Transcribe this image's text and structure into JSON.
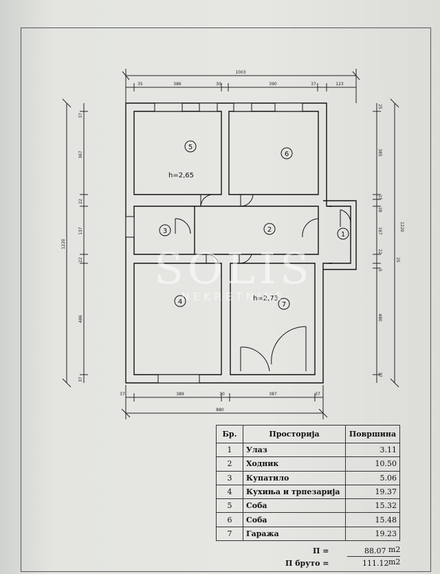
{
  "dimensions": {
    "top_total": "1003",
    "top_parts": [
      "35",
      "386",
      "30",
      "390",
      "37",
      "123"
    ],
    "left_total": "1220",
    "left_parts": [
      "37",
      "367",
      "22",
      "137",
      "22",
      "486",
      "37"
    ],
    "right_total": "1220",
    "right_parts": [
      "25",
      "385",
      "15",
      "28",
      "167",
      "22",
      "25",
      "5",
      "480",
      "37"
    ],
    "bottom_parts": [
      "37",
      "389",
      "30",
      "387",
      "37"
    ],
    "bottom_total": "880"
  },
  "heights": {
    "h1": "h=2,65",
    "h2": "h=2,73"
  },
  "rooms": [
    "1",
    "2",
    "3",
    "4",
    "5",
    "6",
    "7"
  ],
  "table": {
    "headers": [
      "Бр.",
      "Просторија",
      "Површина"
    ],
    "rows": [
      {
        "n": "1",
        "name": "Улаз",
        "area": "3.11"
      },
      {
        "n": "2",
        "name": "Ходник",
        "area": "10.50"
      },
      {
        "n": "3",
        "name": "Купатило",
        "area": "5.06"
      },
      {
        "n": "4",
        "name": "Кухиња и трпезарија",
        "area": "19.37"
      },
      {
        "n": "5",
        "name": "Соба",
        "area": "15.32"
      },
      {
        "n": "6",
        "name": "Соба",
        "area": "15.48"
      },
      {
        "n": "7",
        "name": "Гаража",
        "area": "19.23"
      }
    ],
    "net_label": "П =",
    "net_value": "88.07",
    "gross_label": "П бруто =",
    "gross_value": "111.12",
    "unit": "m2"
  },
  "watermark": {
    "line1": "SOLIS",
    "line2": "NEKRETNINE"
  }
}
